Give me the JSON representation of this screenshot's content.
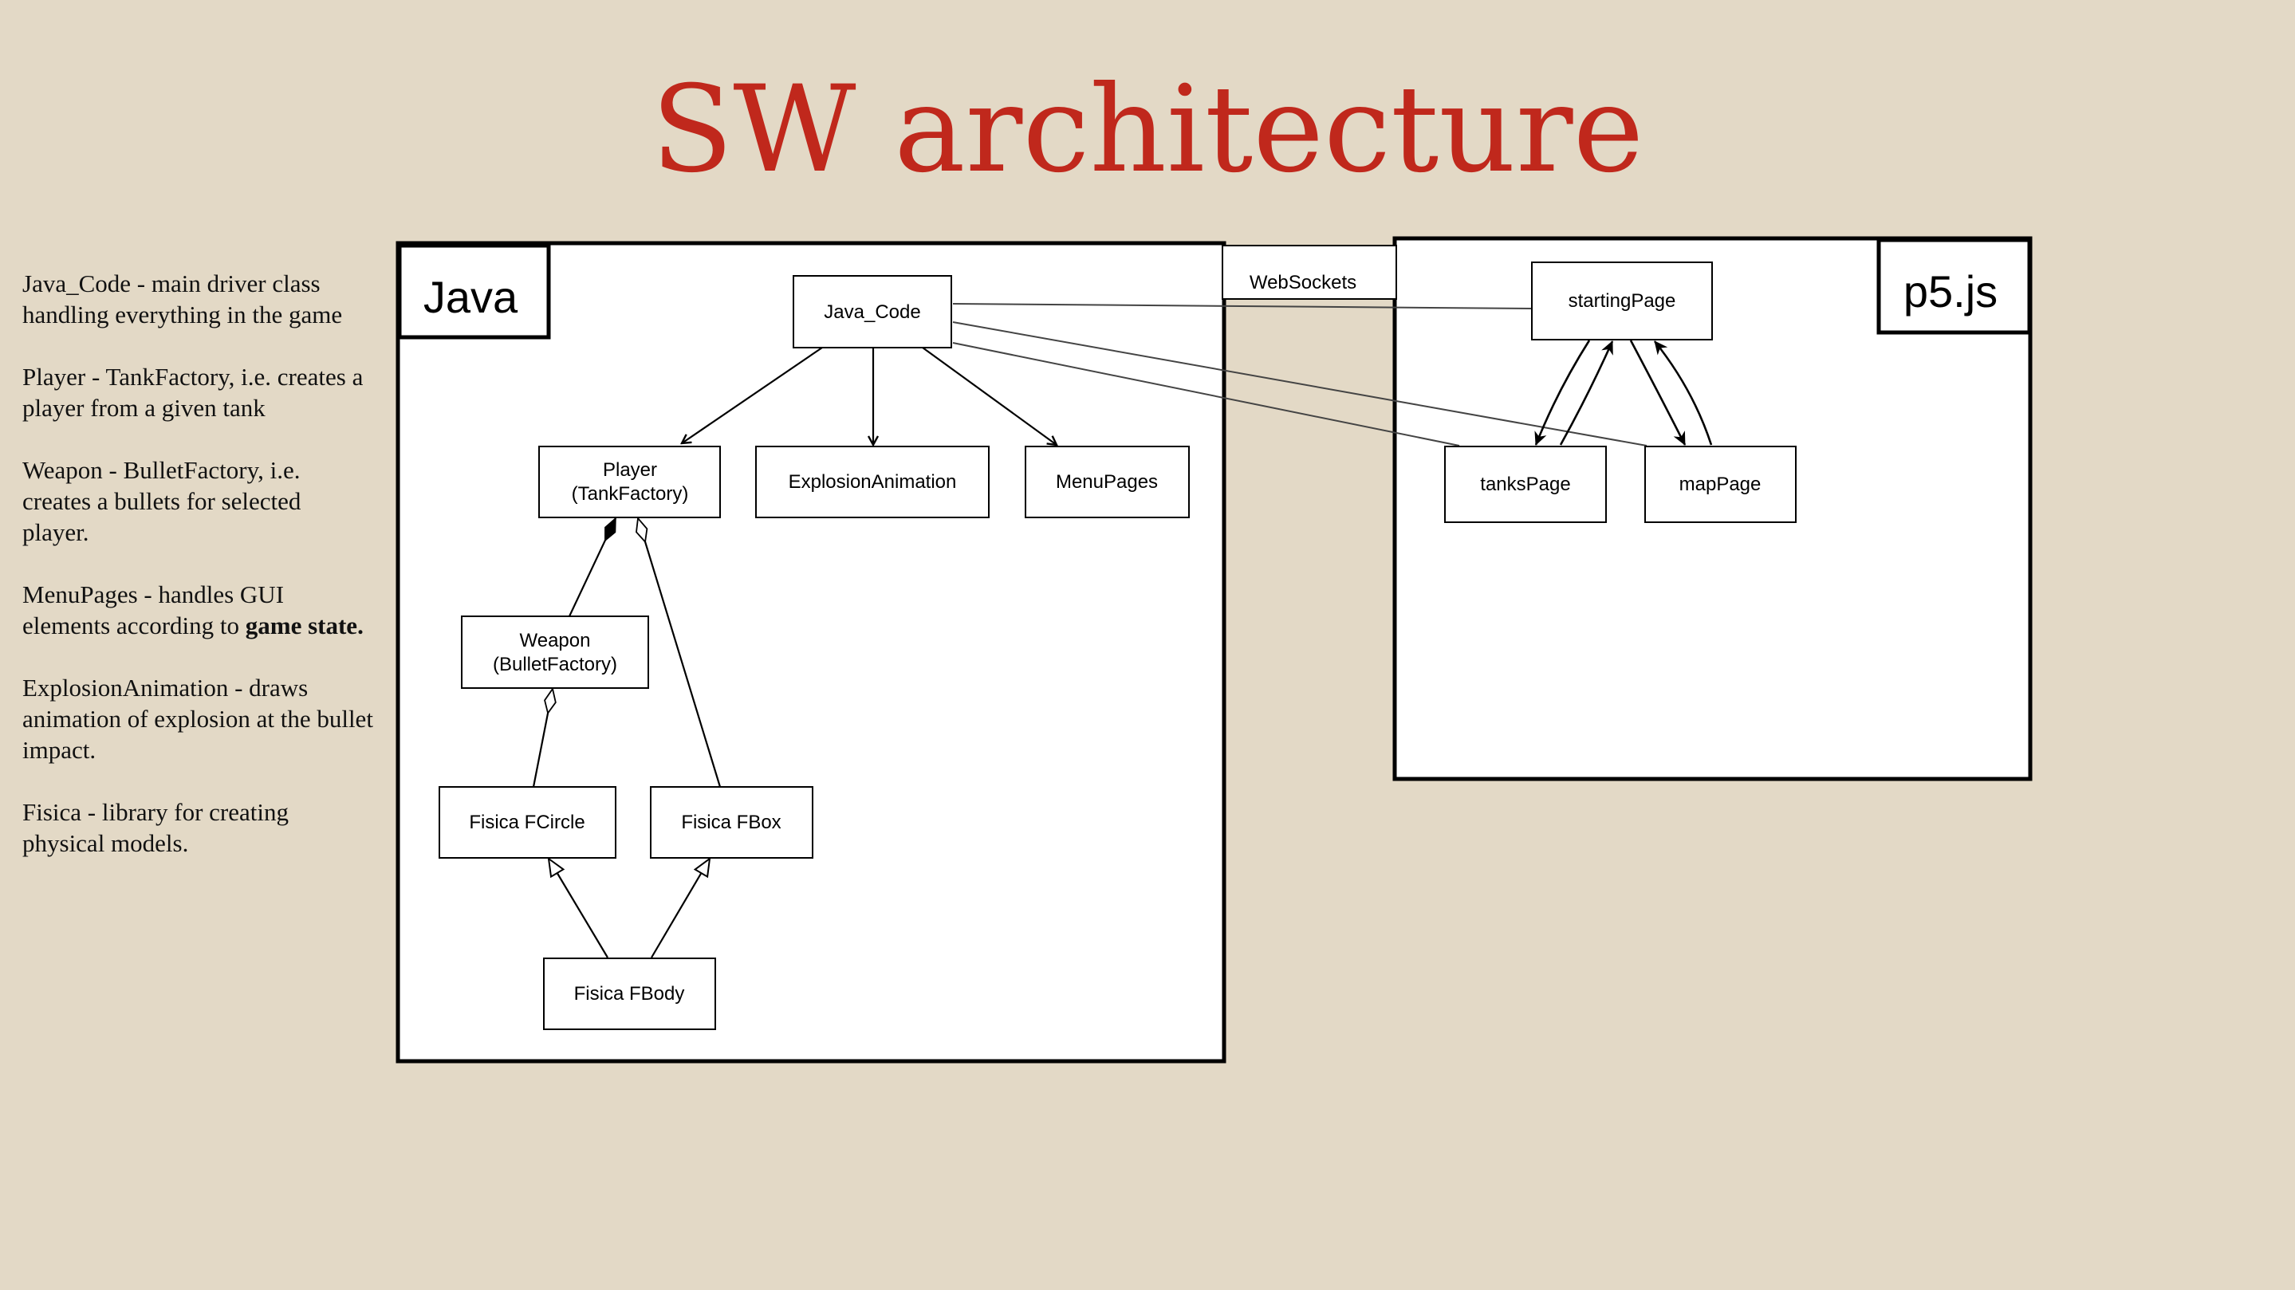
{
  "title": "SW architecture",
  "notes": [
    {
      "text": "Java_Code - main driver class handling everything in the game"
    },
    {
      "text": "Player - TankFactory, i.e. creates a player from a given tank"
    },
    {
      "text": "Weapon - BulletFactory, i.e. creates a bullets for selected player."
    },
    {
      "text": "MenuPages - handles GUI elements according to ",
      "bold": "game state."
    },
    {
      "text": "ExplosionAnimation - draws animation of explosion at the bullet impact."
    },
    {
      "text": "Fisica - library for creating physical models."
    }
  ],
  "diagram": {
    "java_label": "Java",
    "p5_label": "p5.js",
    "websockets_label": "WebSockets",
    "java_code": "Java_Code",
    "player": [
      "Player",
      "(TankFactory)"
    ],
    "explosion": "ExplosionAnimation",
    "menupages": "MenuPages",
    "weapon": [
      "Weapon",
      "(BulletFactory)"
    ],
    "fcircle": "Fisica FCircle",
    "fbox": "Fisica FBox",
    "fbody": "Fisica FBody",
    "starting_page": "startingPage",
    "tanks_page": "tanksPage",
    "map_page": "mapPage"
  },
  "colors": {
    "background": "#e3d9c6",
    "title": "#c0281c"
  }
}
